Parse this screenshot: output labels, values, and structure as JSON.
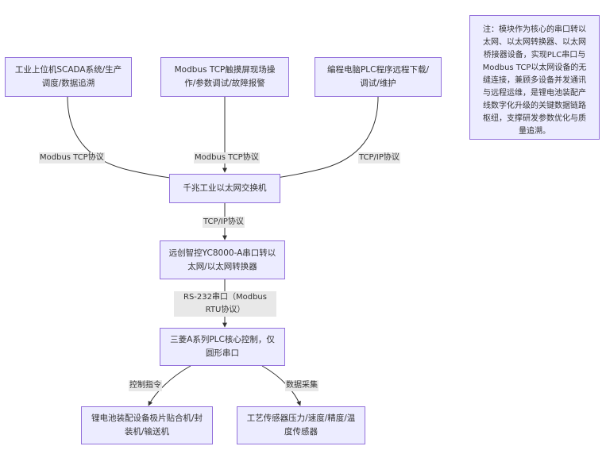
{
  "diagram": {
    "nodes": {
      "scada": "工业上位机SCADA系统/生产调度/数据追溯",
      "hmi": "Modbus TCP触摸屏现场操作/参数调试/故障报警",
      "pc": "编程电脑PLC程序远程下载/调试/维护",
      "switch": "千兆工业以太网交换机",
      "converter": "远创智控YC8000-A串口转以太网/以太网转换器",
      "plc": "三菱A系列PLC核心控制，仅圆形串口",
      "equipment": "锂电池装配设备极片贴合机/封装机/输送机",
      "sensors": "工艺传感器压力/速度/精度/温度传感器"
    },
    "edges": {
      "scada_switch": "Modbus TCP协议",
      "hmi_switch": "Modbus TCP协议",
      "pc_switch": "TCP/IP协议",
      "switch_converter": "TCP/IP协议",
      "converter_plc": "RS-232串口（Modbus RTU协议）",
      "plc_equipment": "控制指令",
      "plc_sensors": "数据采集"
    },
    "note": "注：模块作为核心的串口转以太网、以太网转换器、以太网桥接器设备，实现PLC串口与Modbus TCP以太网设备的无缝连接，兼顾多设备并发通讯与远程运维，是锂电池装配产线数字化升级的关键数据链路枢纽，支撑研发参数优化与质量追溯。",
    "colors": {
      "node_fill": "#ECECFF",
      "node_border": "#9370DB",
      "edge": "#333333",
      "edge_label_bg": "#e8e8e8"
    }
  }
}
